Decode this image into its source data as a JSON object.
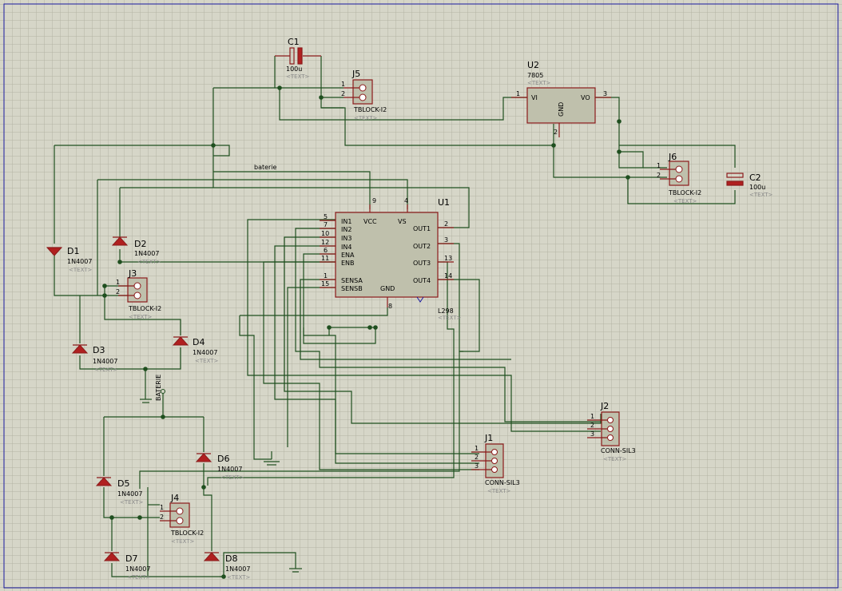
{
  "placeholder": "<TEXT>",
  "net_label": "baterie",
  "power_label": "BATERIE",
  "colors": {
    "background": "#d6d6c8",
    "grid": "#b4b4a4",
    "wire": "#1f4f1f",
    "component": "#8b1a1a",
    "chip_fill": "#bfc0ac"
  },
  "u1": {
    "ref": "U1",
    "value": "L298",
    "left_pins": [
      {
        "num": "5",
        "name": "IN1"
      },
      {
        "num": "7",
        "name": "IN2"
      },
      {
        "num": "10",
        "name": "IN3"
      },
      {
        "num": "12",
        "name": "IN4"
      },
      {
        "num": "6",
        "name": "ENA"
      },
      {
        "num": "11",
        "name": "ENB"
      },
      {
        "num": "1",
        "name": "SENSA"
      },
      {
        "num": "15",
        "name": "SENSB"
      }
    ],
    "top_pins": [
      {
        "num": "9",
        "name": "VCC"
      },
      {
        "num": "4",
        "name": "VS"
      }
    ],
    "right_pins": [
      {
        "num": "2",
        "name": "OUT1"
      },
      {
        "num": "3",
        "name": "OUT2"
      },
      {
        "num": "13",
        "name": "OUT3"
      },
      {
        "num": "14",
        "name": "OUT4"
      }
    ],
    "bottom_pin": {
      "num": "8",
      "name": "GND"
    }
  },
  "u2": {
    "ref": "U2",
    "value": "7805",
    "pins": [
      {
        "num": "1",
        "name": "VI"
      },
      {
        "num": "3",
        "name": "VO"
      },
      {
        "num": "2",
        "name": "GND"
      }
    ]
  },
  "c1": {
    "ref": "C1",
    "value": "100u"
  },
  "c2": {
    "ref": "C2",
    "value": "100u"
  },
  "tblocks": [
    {
      "ref": "J3",
      "value": "TBLOCK-I2",
      "pins": [
        "1",
        "2"
      ]
    },
    {
      "ref": "J4",
      "value": "TBLOCK-I2",
      "pins": [
        "1",
        "2"
      ]
    },
    {
      "ref": "J5",
      "value": "TBLOCK-I2",
      "pins": [
        "1",
        "2"
      ]
    },
    {
      "ref": "J6",
      "value": "TBLOCK-I2",
      "pins": [
        "1",
        "2"
      ]
    }
  ],
  "sils": [
    {
      "ref": "J1",
      "value": "CONN-SIL3",
      "pins": [
        "1",
        "2",
        "3"
      ]
    },
    {
      "ref": "J2",
      "value": "CONN-SIL3",
      "pins": [
        "1",
        "2",
        "3"
      ]
    }
  ],
  "diodes": [
    {
      "ref": "D1",
      "value": "1N4007"
    },
    {
      "ref": "D2",
      "value": "1N4007"
    },
    {
      "ref": "D3",
      "value": "1N4007"
    },
    {
      "ref": "D4",
      "value": "1N4007"
    },
    {
      "ref": "D5",
      "value": "1N4007"
    },
    {
      "ref": "D6",
      "value": "1N4007"
    },
    {
      "ref": "D7",
      "value": "1N4007"
    },
    {
      "ref": "D8",
      "value": "1N4007"
    }
  ]
}
